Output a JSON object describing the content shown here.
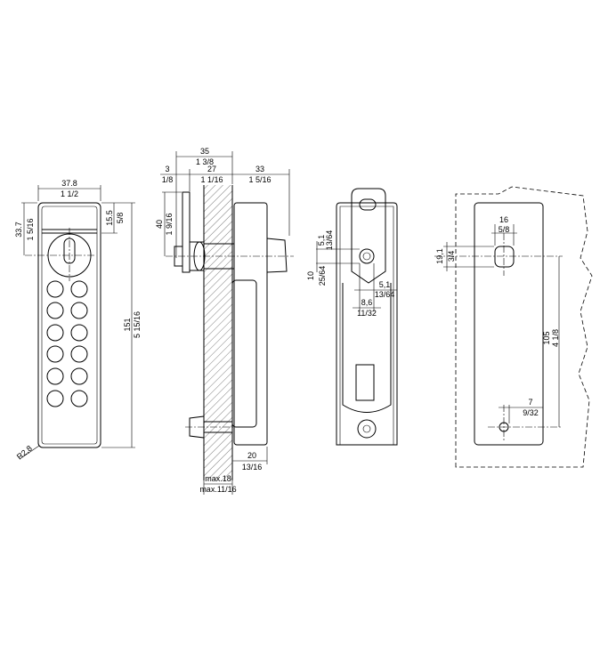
{
  "front_view": {
    "width_mm": "37.8",
    "width_in": "1 1/2",
    "top_mm": "33.7",
    "top_in": "1 5/16",
    "window_mm": "15.5",
    "window_in": "5/8",
    "height_mm": "151",
    "height_in": "5 15/16",
    "radius": "R2,8"
  },
  "side_view": {
    "total_mm": "35",
    "total_in": "1 3/8",
    "plate_mm": "3",
    "plate_in": "1/8",
    "wall_mm": "27",
    "wall_in": "1 1/16",
    "body_mm": "33",
    "body_in": "1 5/16",
    "offset_mm": "40",
    "offset_in": "1 9/16",
    "depth_mm": "20",
    "depth_in": "13/16",
    "max_mm": "max.18",
    "max_in": "max.11/16"
  },
  "rear_view": {
    "cam_a_mm": "5,1",
    "cam_a_in": "13/64",
    "cam_b_mm": "10",
    "cam_b_in": "25/64",
    "cam_c_mm": "5,1",
    "cam_c_in": "13/64",
    "cam_d_mm": "8,6",
    "cam_d_in": "11/32"
  },
  "cutout_view": {
    "hole_w_mm": "16",
    "hole_w_in": "5/8",
    "hole_h_mm": "19,1",
    "hole_h_in": "3/4",
    "spacing_mm": "105",
    "spacing_in": "4 1/8",
    "pin_mm": "7",
    "pin_in": "9/32"
  }
}
